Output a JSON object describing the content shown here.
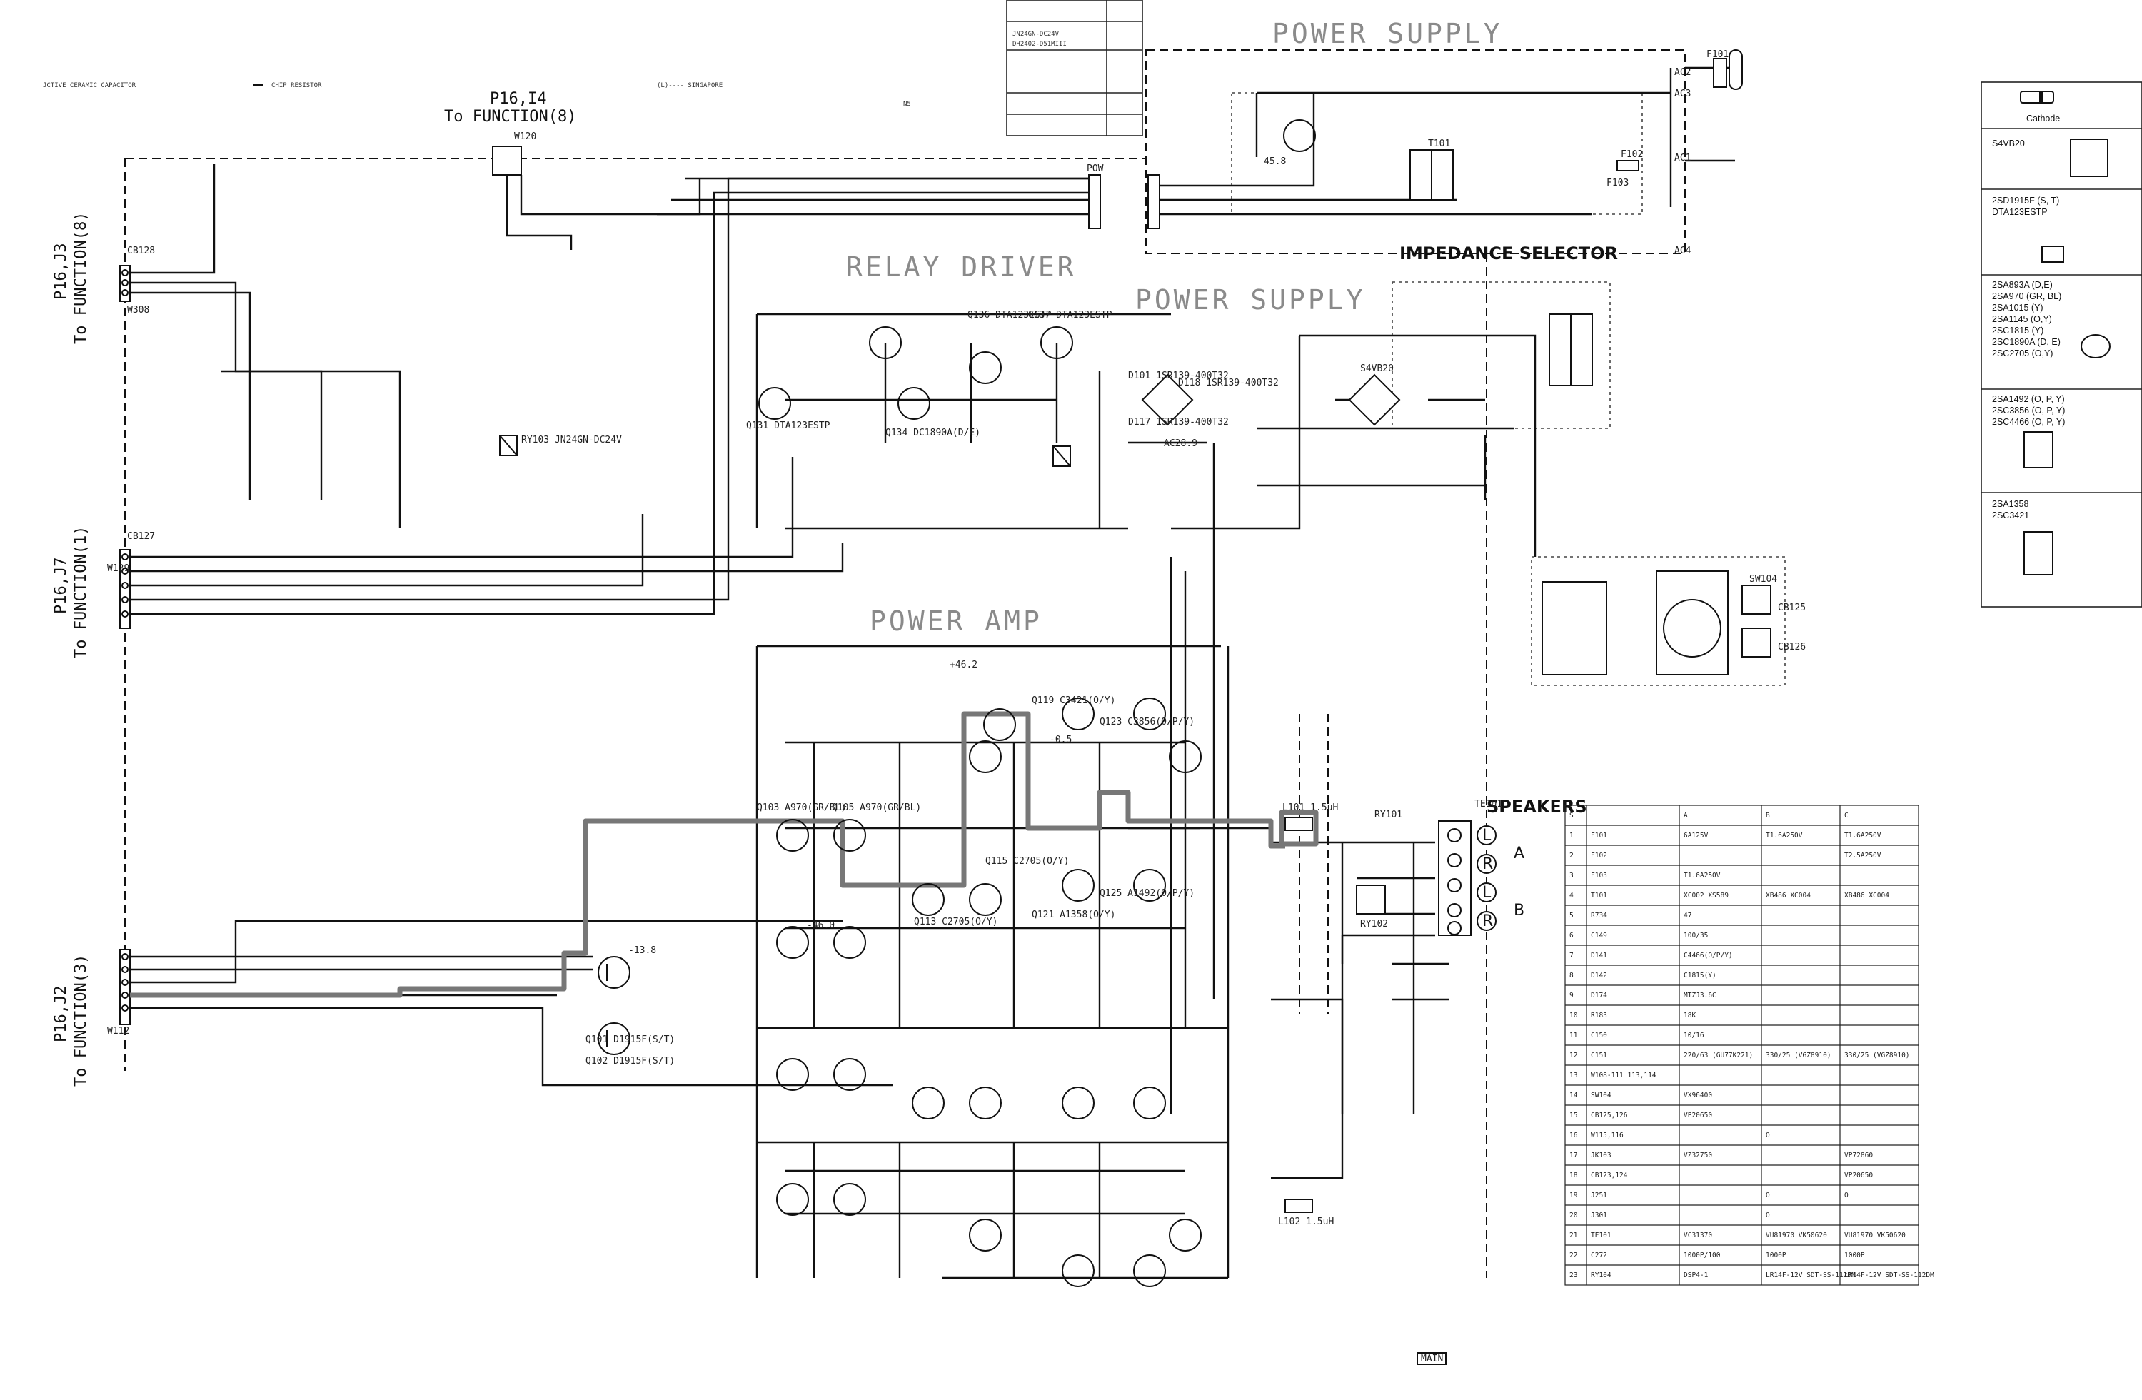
{
  "header": {
    "legend_left": "JCTIVE CERAMIC CAPACITOR",
    "legend_chip": "CHIP RESISTOR",
    "singapore_note": "(L)---- SINGAPORE",
    "box_lines": [
      "JN24GN-DC24V",
      "DH2402-D51MIII"
    ],
    "box_cell": "N5"
  },
  "sections": {
    "power_supply_top": "POWER SUPPLY",
    "relay_driver": "RELAY DRIVER",
    "power_supply_mid": "POWER SUPPLY",
    "power_amp": "POWER AMP",
    "impedance_selector": "IMPEDANCE SELECTOR",
    "speakers": "SPEAKERS",
    "speaker_a": "A",
    "speaker_b": "B",
    "spk_l": "L",
    "spk_r": "R",
    "main_board": "MAIN"
  },
  "connectors": {
    "to_function_8_top": [
      "P16,I4",
      "To FUNCTION(8)"
    ],
    "to_function_8_side": [
      "P16,J3",
      "To FUNCTION(8)"
    ],
    "to_function_1": [
      "P16,J7",
      "To FUNCTION(1)"
    ],
    "to_function_3": [
      "P16,J2",
      "To FUNCTION(3)"
    ]
  },
  "legend": [
    {
      "icon": "diode-icon",
      "lines": [
        "Cathode"
      ]
    },
    {
      "icon": "bridge-rectifier-icon",
      "lines": [
        "S4VB20"
      ]
    },
    {
      "icon": "small-transistor-icon",
      "lines": [
        "2SD1915F (S, T)",
        "DTA123ESTP"
      ]
    },
    {
      "icon": "to92-transistor-icon",
      "lines": [
        "2SA893A (D,E)",
        "2SA970 (GR, BL)",
        "2SA1015 (Y)",
        "2SA1145 (O,Y)",
        "2SC1815 (Y)",
        "2SC1890A (D, E)",
        "2SC2705 (O,Y)"
      ]
    },
    {
      "icon": "to220-transistor-icon",
      "lines": [
        "2SA1492 (O, P, Y)",
        "2SC3856 (O, P, Y)",
        "2SC4466 (O, P, Y)"
      ]
    },
    {
      "icon": "to3p-transistor-icon",
      "lines": [
        "2SA1358",
        "2SC3421"
      ]
    }
  ],
  "variant_table": {
    "headers": [
      "S",
      "",
      "A",
      "B",
      "C"
    ],
    "rows": [
      [
        "1",
        "F101",
        "6A125V",
        "T1.6A250V",
        "T1.6A250V"
      ],
      [
        "2",
        "F102",
        "",
        "",
        "T2.5A250V"
      ],
      [
        "3",
        "F103",
        "T1.6A250V",
        "",
        ""
      ],
      [
        "4",
        "T101",
        "XC002 XS589",
        "XB486 XC004",
        "XB486 XC004"
      ],
      [
        "5",
        "R734",
        "47",
        "",
        ""
      ],
      [
        "6",
        "C149",
        "100/35",
        "",
        ""
      ],
      [
        "7",
        "D141",
        "C4466(O/P/Y)",
        "",
        ""
      ],
      [
        "8",
        "D142",
        "C1815(Y)",
        "",
        ""
      ],
      [
        "9",
        "D174",
        "MTZJ3.6C",
        "",
        ""
      ],
      [
        "10",
        "R183",
        "18K",
        "",
        ""
      ],
      [
        "11",
        "C150",
        "10/16",
        "",
        ""
      ],
      [
        "12",
        "C151",
        "220/63 (GU77K221)",
        "330/25 (VGZ8910)",
        "330/25 (VGZ8910)"
      ],
      [
        "13",
        "W108-111 113,114",
        "",
        "",
        ""
      ],
      [
        "14",
        "SW104",
        "VX96400",
        "",
        ""
      ],
      [
        "15",
        "CB125,126",
        "VP20650",
        "",
        ""
      ],
      [
        "16",
        "W115,116",
        "",
        "O",
        ""
      ],
      [
        "17",
        "JK103",
        "VZ32750",
        "",
        "VP72860"
      ],
      [
        "18",
        "CB123,124",
        "",
        "",
        "VP20650"
      ],
      [
        "19",
        "J251",
        "",
        "O",
        "O"
      ],
      [
        "20",
        "J301",
        "",
        "O",
        ""
      ],
      [
        "21",
        "TE101",
        "VC31370",
        "VU81970 VK50620",
        "VU81970 VK50620"
      ],
      [
        "22",
        "C272",
        "1000P/100",
        "1000P",
        "1000P"
      ],
      [
        "23",
        "RY104",
        "DSP4-1",
        "LR14F-12V SDT-SS-112DM",
        "LR14F-12V SDT-SS-112DM"
      ]
    ]
  },
  "labels": {
    "q101": "Q101 D1915F(S/T)",
    "q102": "Q102 D1915F(S/T)",
    "q103": "Q103 A970(GR/BL)",
    "q105": "Q105 A970(GR/BL)",
    "q113": "Q113 C2705(O/Y)",
    "q115": "Q115 C2705(O/Y)",
    "q119": "Q119 C3421(O/Y)",
    "q121": "Q121 A1358(O/Y)",
    "q123": "Q123 C3856(O/P/Y)",
    "q125": "Q125 A1492(O/P/Y)",
    "q131": "Q131 DTA123ESTP",
    "q134": "Q134 DC1890A(D/E)",
    "q136": "Q136 DTA123ESTP",
    "q137": "Q137 DTA123ESTP",
    "d101": "D101 1SR139-400T32",
    "d117": "D117 1SR139-400T32",
    "d118": "D118 1SR139-400T32",
    "ry101": "RY101",
    "ry102": "RY102",
    "ry103": "RY103 JN24GN-DC24V",
    "te101": "TE101",
    "l101": "L101 1.5uH",
    "l102": "L102 1.5uH",
    "s4vb20": "S4VB20",
    "v_pos": "+46.2",
    "v_neg": "-46.0",
    "v_bias": "-13.8",
    "v_out": "-0.5",
    "v_rail": "45.8",
    "v_ac": "AC28.9",
    "w308": "W308",
    "w129": "W129",
    "w112": "W112",
    "w120": "W120",
    "cb128": "CB128",
    "cb127": "CB127",
    "ac1": "AC1",
    "ac2": "AC2",
    "ac3": "AC3",
    "ac4": "AC4",
    "f101": "F101",
    "f102": "F102",
    "f103": "F103",
    "t101": "T101",
    "pow": "POW",
    "sw104": "SW104",
    "cb125": "CB125",
    "cb126": "CB126"
  }
}
